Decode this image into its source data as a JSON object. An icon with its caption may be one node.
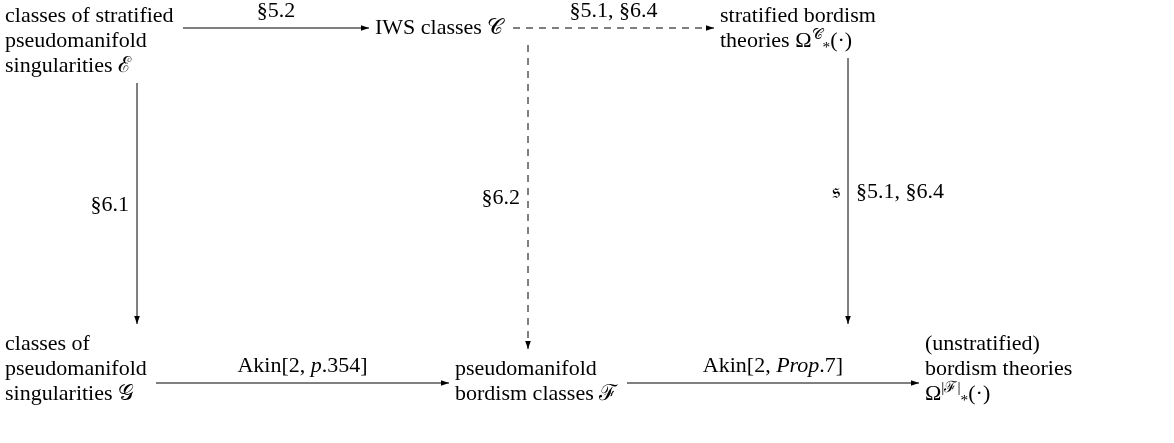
{
  "diagram": {
    "nodes": [
      {
        "text": [
          "classes of stratified pseudomanifold singularities ℰ"
        ]
      },
      {
        "text": [
          "IWS classes 𝒞"
        ]
      },
      {
        "text": [
          "stratified bordism theories Ω$^{𝒞}$$_{*}$(·)"
        ]
      },
      {
        "text": [
          "classes of pseudomanifold singularities 𝒢"
        ]
      },
      {
        "text": [
          "pseudomanifold bordism classes ℱ"
        ]
      },
      {
        "text": [
          "(unstratified) bordism theories Ω$^{|ℱ|}$$_{*}$(·)"
        ]
      }
    ],
    "edges": [
      {
        "from": 0,
        "to": 1,
        "arrow": "to",
        "label": "§5.2"
      },
      {
        "from": 1,
        "to": 2,
        "arrow": "to",
        "label": "§5.1, §6.4",
        "style": "dashed"
      },
      {
        "from": 0,
        "to": 3,
        "arrow": "to",
        "label": "§6.1"
      },
      {
        "from": 1,
        "to": 4,
        "arrow": "to",
        "label": "§6.2",
        "style": "dashed"
      },
      {
        "from": 2,
        "to": 5,
        "arrow": "to",
        "label": "§5.1, §6.4"
      },
      {
        "from": 3,
        "to": 4,
        "arrow": "to",
        "label": "Akin[2, *p*.354]"
      },
      {
        "from": 4,
        "to": 5,
        "arrow": "to",
        "label": "Akin[2, *Prop*.7]"
      }
    ],
    "labels": [
      "𝔰"
    ]
  }
}
